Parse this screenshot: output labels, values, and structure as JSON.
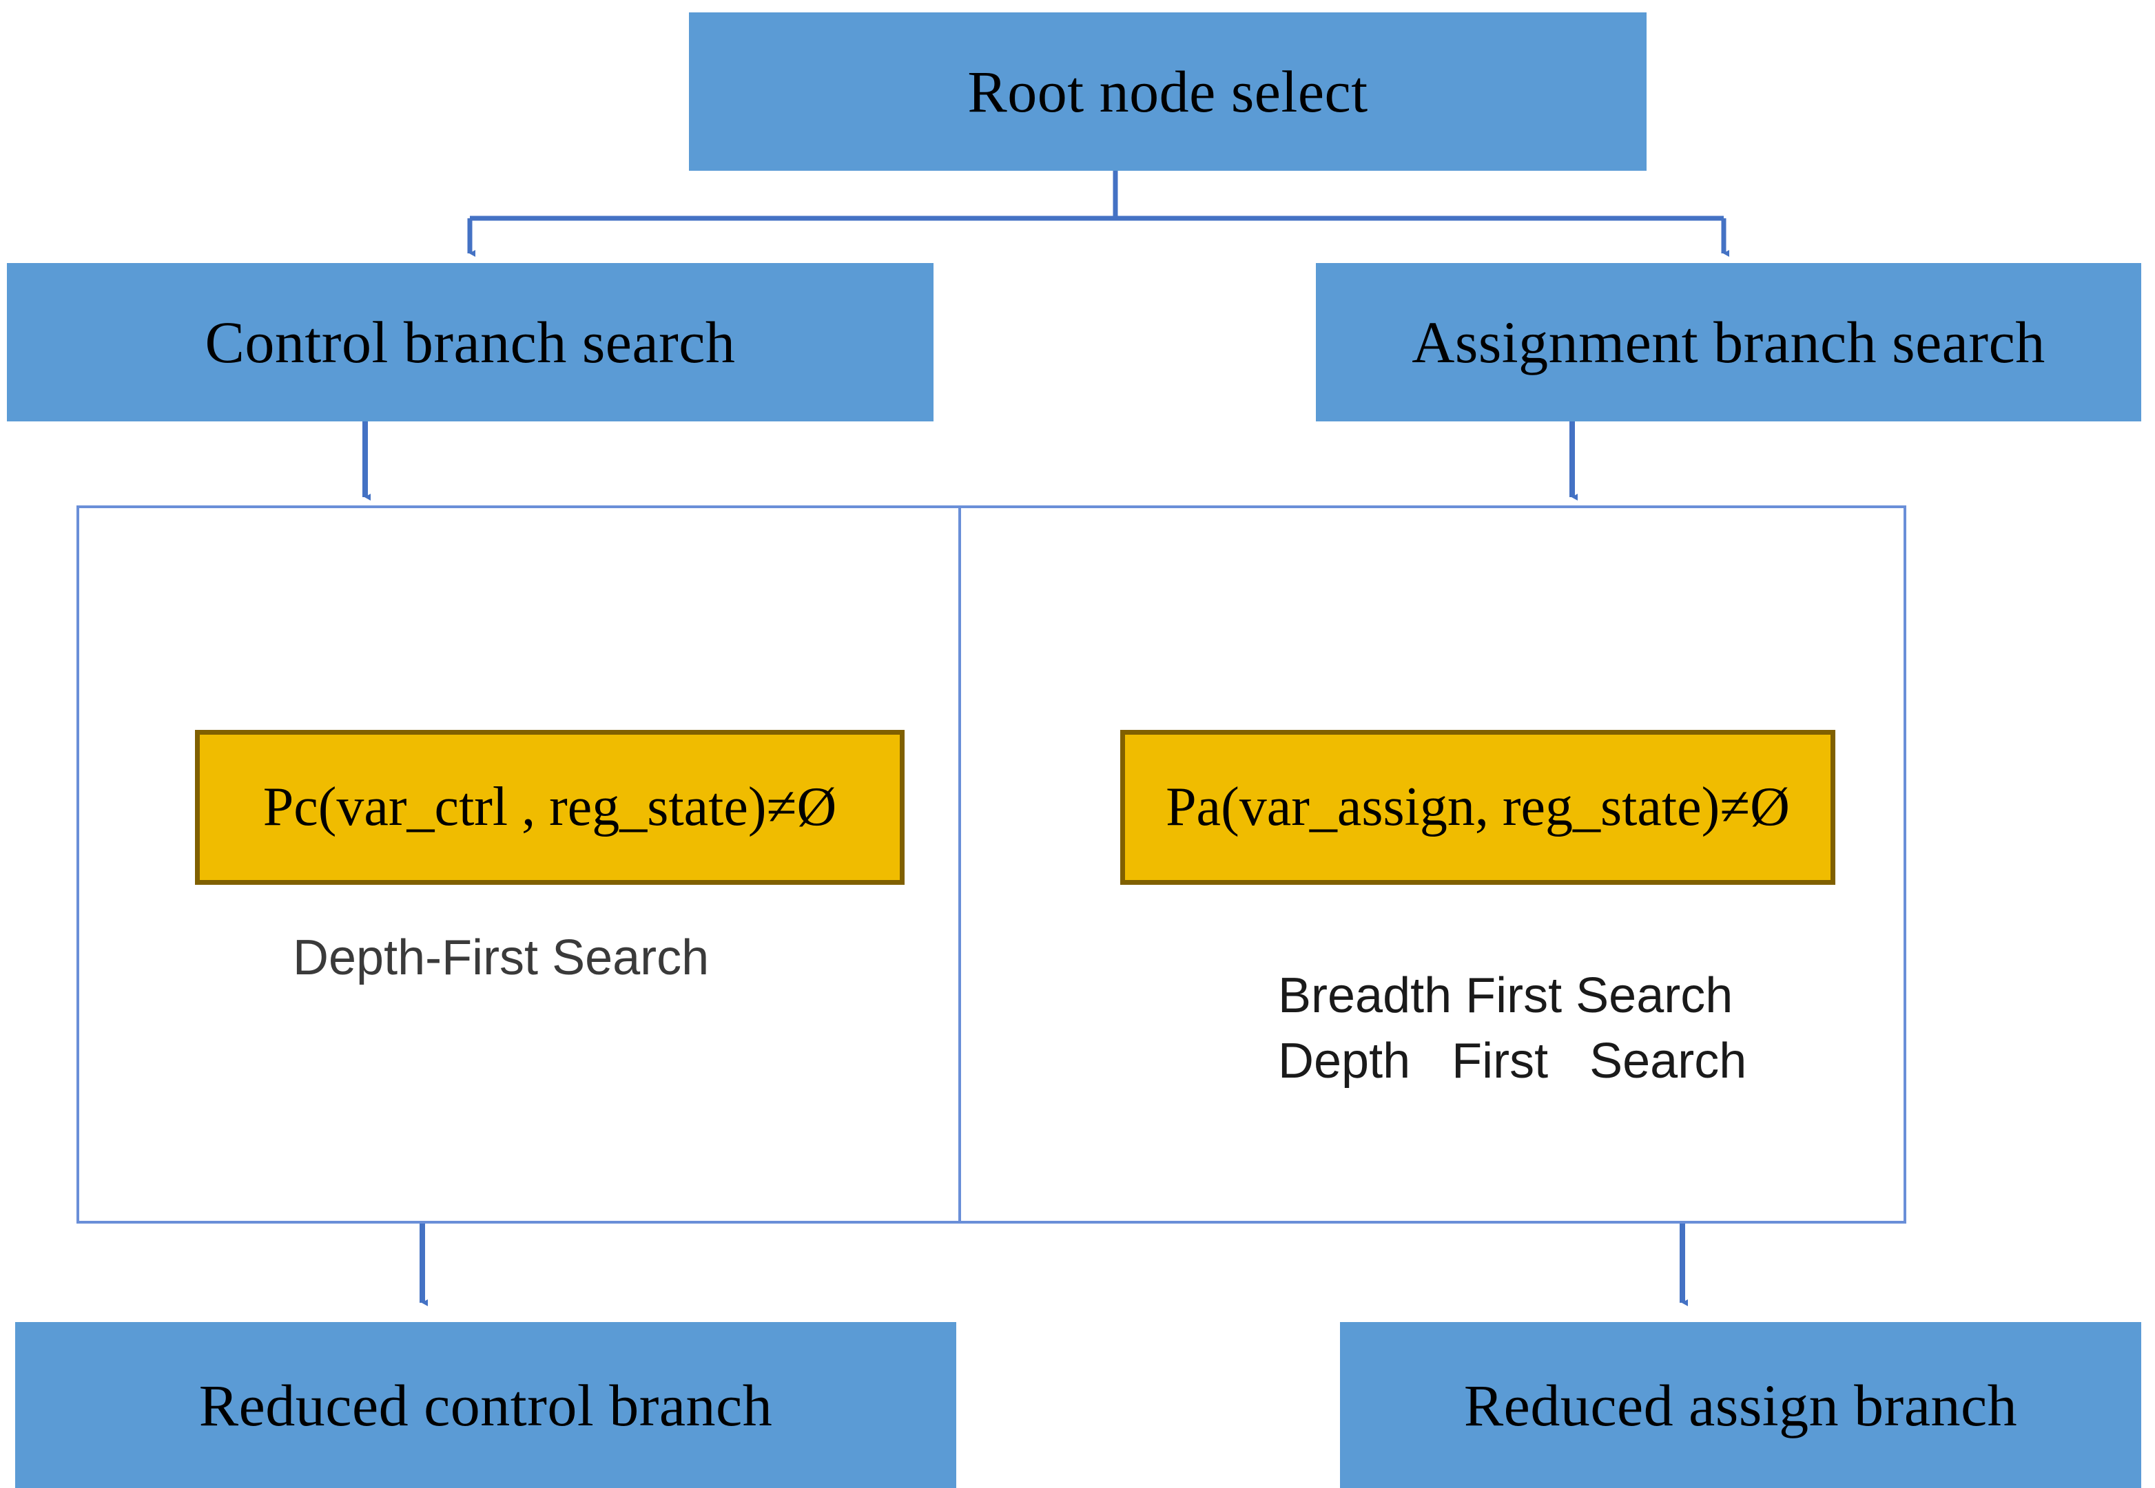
{
  "diagram": {
    "title": "Root node search reduction flowchart",
    "colors": {
      "node_blue": "#5B9BD5",
      "decision_yellow": "#F0BC00",
      "decision_border": "#806000",
      "connector_blue": "#4472C4",
      "panel_border": "#6A8FD8",
      "label_gray": "#3A3A3A"
    },
    "nodes": {
      "root": {
        "label": "Root node select"
      },
      "control_branch": {
        "label": "Control branch search"
      },
      "assignment_branch": {
        "label": "Assignment branch search"
      },
      "control_condition": {
        "label": "Pc(var_ctrl , reg_state)≠Ø"
      },
      "assign_condition": {
        "label": "Pa(var_assign, reg_state)≠Ø"
      },
      "control_strategy": {
        "label": "Depth-First Search"
      },
      "assign_strategy_line1": {
        "label": "Breadth First Search"
      },
      "assign_strategy_line2": {
        "label": "Depth   First   Search"
      },
      "reduced_control": {
        "label": "Reduced control branch"
      },
      "reduced_assign": {
        "label": "Reduced assign branch"
      }
    },
    "edges": [
      {
        "from": "root",
        "to": "control_branch"
      },
      {
        "from": "root",
        "to": "assignment_branch"
      },
      {
        "from": "control_branch",
        "to": "control_panel"
      },
      {
        "from": "assignment_branch",
        "to": "assign_panel"
      },
      {
        "from": "control_panel",
        "to": "reduced_control"
      },
      {
        "from": "assign_panel",
        "to": "reduced_assign"
      }
    ]
  }
}
